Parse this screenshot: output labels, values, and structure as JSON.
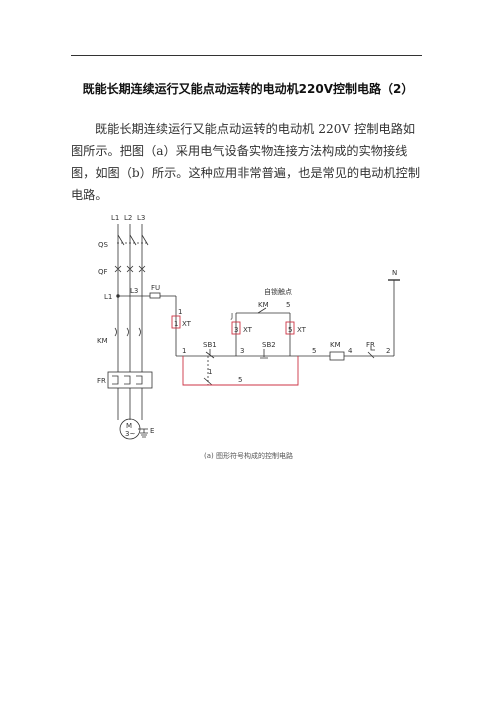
{
  "document": {
    "title": "既能长期连续运行又能点动运转的电动机220V控制电路（2）",
    "paragraph": "既能长期连续运行又能点动运转的电动机 220V 控制电路如图所示。把图（a）采用电气设备实物连接方法构成的实物接线图，如图（b）所示。这种应用非常普遍，也是常见的电动机控制电路。"
  },
  "diagram": {
    "caption": "(a)  图形符号构成的控制电路",
    "labels": {
      "L1": "L1",
      "L2": "L2",
      "L3": "L3",
      "QS": "QS",
      "QF": "QF",
      "KM": "KM",
      "FR": "FR",
      "FU": "FU",
      "N": "N",
      "self_lock": "自锁触点",
      "SB1": "SB1",
      "SB2": "SB2",
      "J": "J",
      "XT1": "1",
      "XT3": "3",
      "XT5": "5",
      "XT": "XT",
      "M": "M",
      "M_phase": "3~",
      "E": "E",
      "n1a": "1",
      "n1b": "1",
      "n3": "3",
      "n5a": "5",
      "n5b": "5",
      "n5c": "5",
      "n4": "4",
      "n2": "2",
      "n1c": "1"
    },
    "colors": {
      "accent": "#cc3344",
      "line": "#333333"
    }
  }
}
